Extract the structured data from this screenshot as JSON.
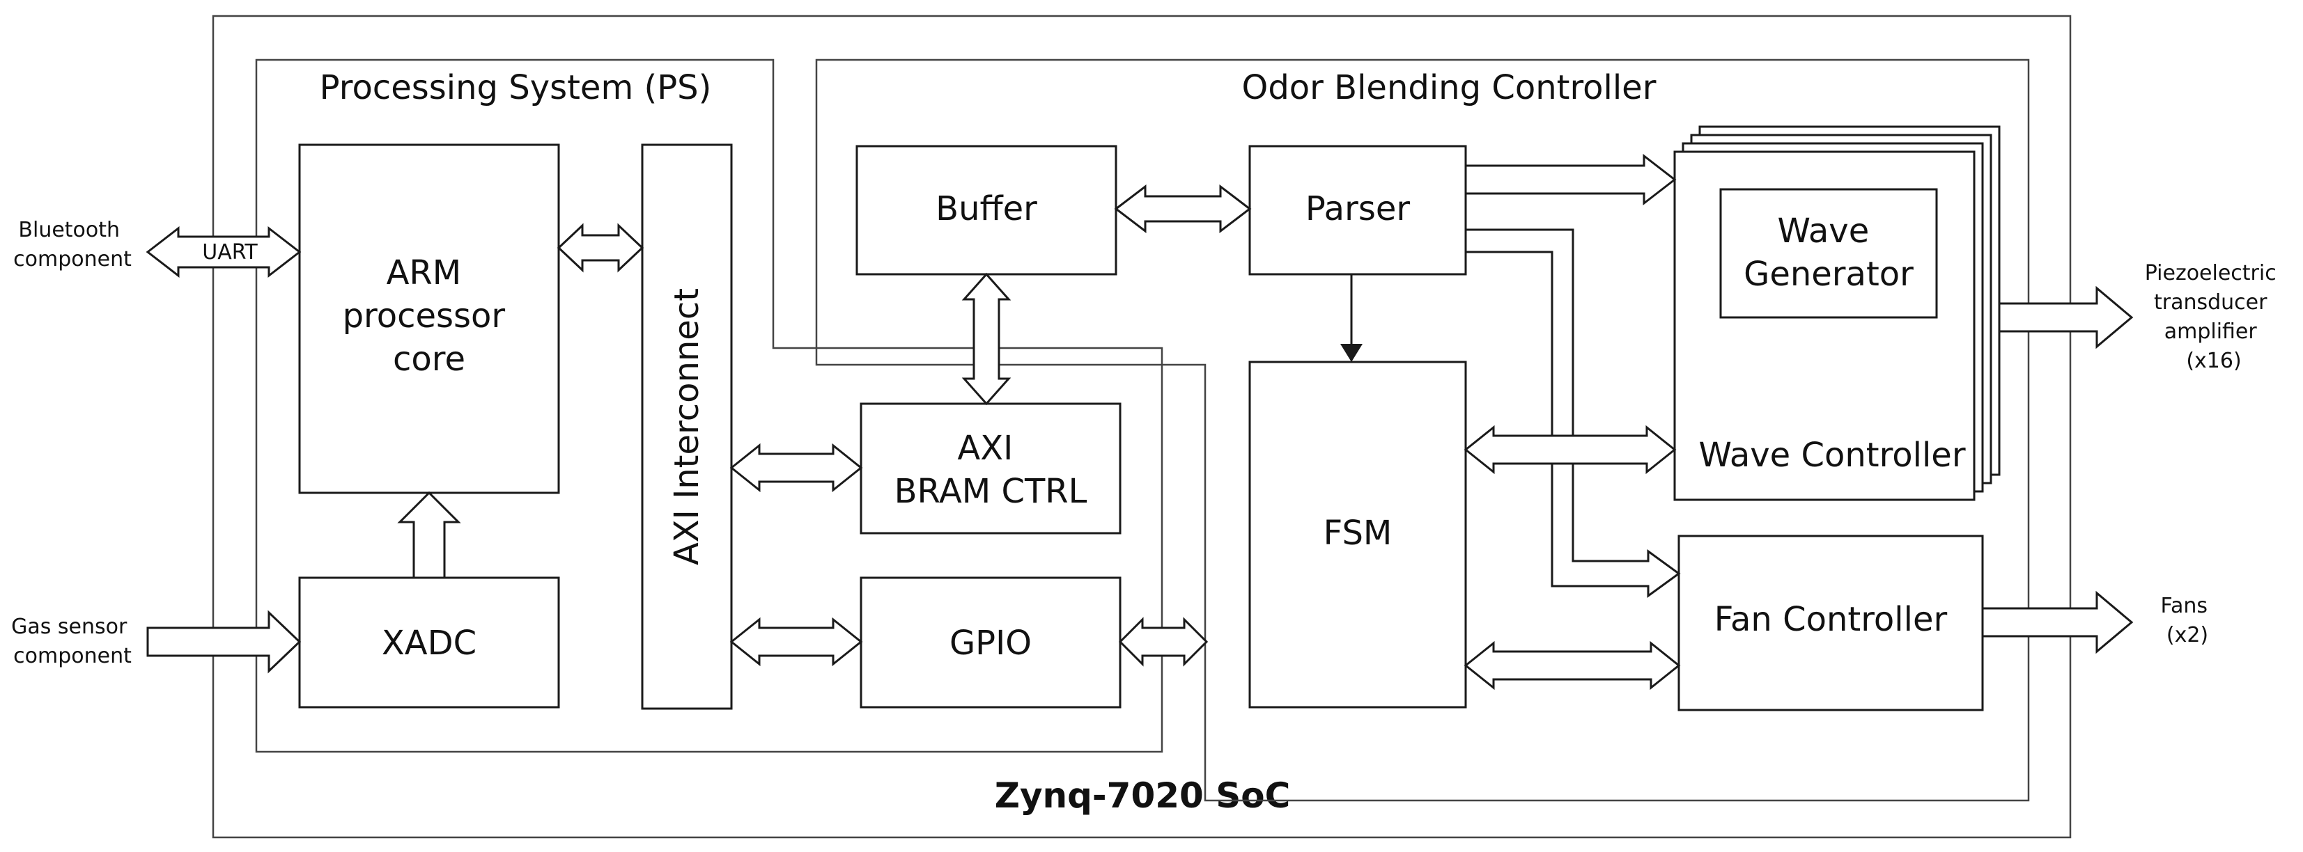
{
  "title": "Zynq-7020 SoC",
  "regions": {
    "ps": "Processing System (PS)",
    "obc": "Odor Blending Controller"
  },
  "blocks": {
    "arm": [
      "ARM",
      "processor",
      "core"
    ],
    "xadc": "XADC",
    "axi_interconnect": "AXI Interconnect",
    "buffer": "Buffer",
    "bram": [
      "AXI",
      "BRAM CTRL"
    ],
    "gpio": "GPIO",
    "parser": "Parser",
    "fsm": "FSM",
    "wave_generator": [
      "Wave",
      "Generator"
    ],
    "wave_controller": "Wave Controller",
    "fan_controller": "Fan Controller"
  },
  "external": {
    "bluetooth": [
      "Bluetooth",
      "component"
    ],
    "gas_sensor": [
      "Gas sensor",
      "component"
    ],
    "piezo": [
      "Piezoelectric",
      "transducer",
      "amplifier",
      "(x16)"
    ],
    "fans": [
      "Fans",
      "(x2)"
    ]
  },
  "links": {
    "uart": "UART"
  }
}
